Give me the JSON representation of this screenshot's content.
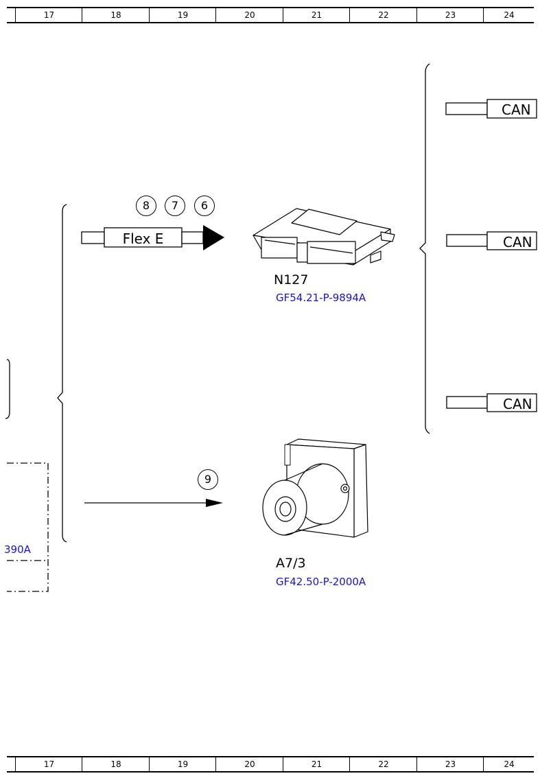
{
  "ruler": {
    "columns": [
      "17",
      "18",
      "19",
      "20",
      "21",
      "22",
      "23",
      "24"
    ]
  },
  "flex_connector": {
    "label": "Flex E"
  },
  "reference_circles": [
    "8",
    "7",
    "6",
    "9"
  ],
  "components": [
    {
      "code": "N127",
      "ref": "GF54.21-P-9894A"
    },
    {
      "code": "A7/3",
      "ref": "GF42.50-P-2000A"
    }
  ],
  "offpage_ref": {
    "partial_ref": "390A"
  },
  "can_connectors": [
    "CAN",
    "CAN",
    "CAN"
  ]
}
